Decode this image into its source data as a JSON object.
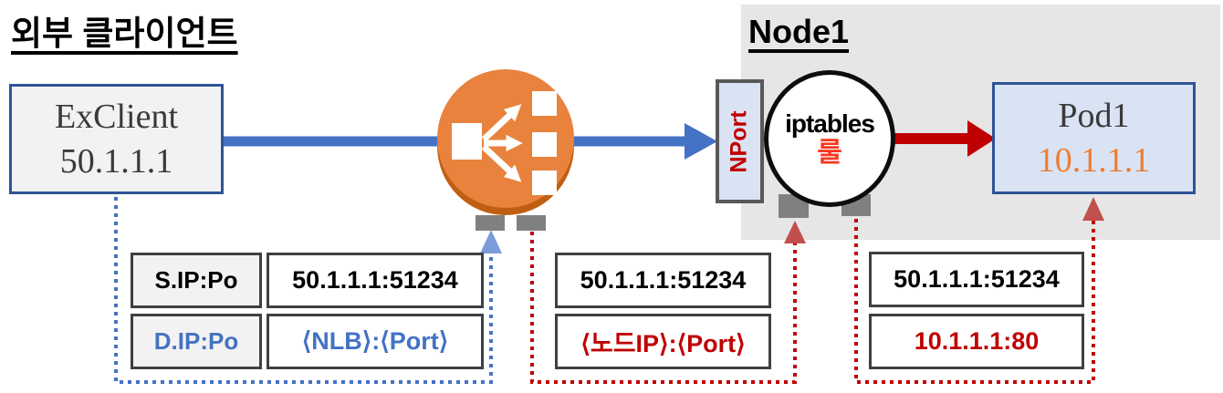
{
  "left_section": {
    "title": "외부 클라이언트",
    "exclient": {
      "name": "ExClient",
      "ip": "50.1.1.1"
    }
  },
  "nlb": {
    "icon": "network-load-balancer-icon"
  },
  "node1": {
    "title": "Node1",
    "nport_label": "NPort",
    "iptables": {
      "line1": "iptables",
      "line2": "룰"
    },
    "pod1": {
      "name": "Pod1",
      "ip": "10.1.1.1"
    }
  },
  "packet_tables": {
    "row_labels": {
      "src": "S.IP:Po",
      "dst": "D.IP:Po"
    },
    "at_nlb": {
      "src": "50.1.1.1:51234",
      "dst": "⟨NLB⟩:⟨Port⟩"
    },
    "at_node": {
      "src": "50.1.1.1:51234",
      "dst": "⟨노드IP⟩:⟨Port⟩"
    },
    "at_pod": {
      "src": "50.1.1.1:51234",
      "dst": "10.1.1.1:80"
    }
  },
  "colors": {
    "flow_blue": "#4472c4",
    "flow_red": "#c00000",
    "dotted_blue": "#4472c4",
    "dotted_red": "#c00000",
    "blue_arrowhead": "#7c9bd9",
    "red_arrowhead": "#c0504d",
    "nlb_orange": "#e8823d",
    "nlb_orange_shadow": "#c05f11",
    "pod_ip_orange": "#ed7d31",
    "node_bg_gray": "#e7e6e6",
    "box_navy_border": "#2e5496",
    "lavender_fill": "#dae3f3",
    "rule_red": "#f93822"
  }
}
